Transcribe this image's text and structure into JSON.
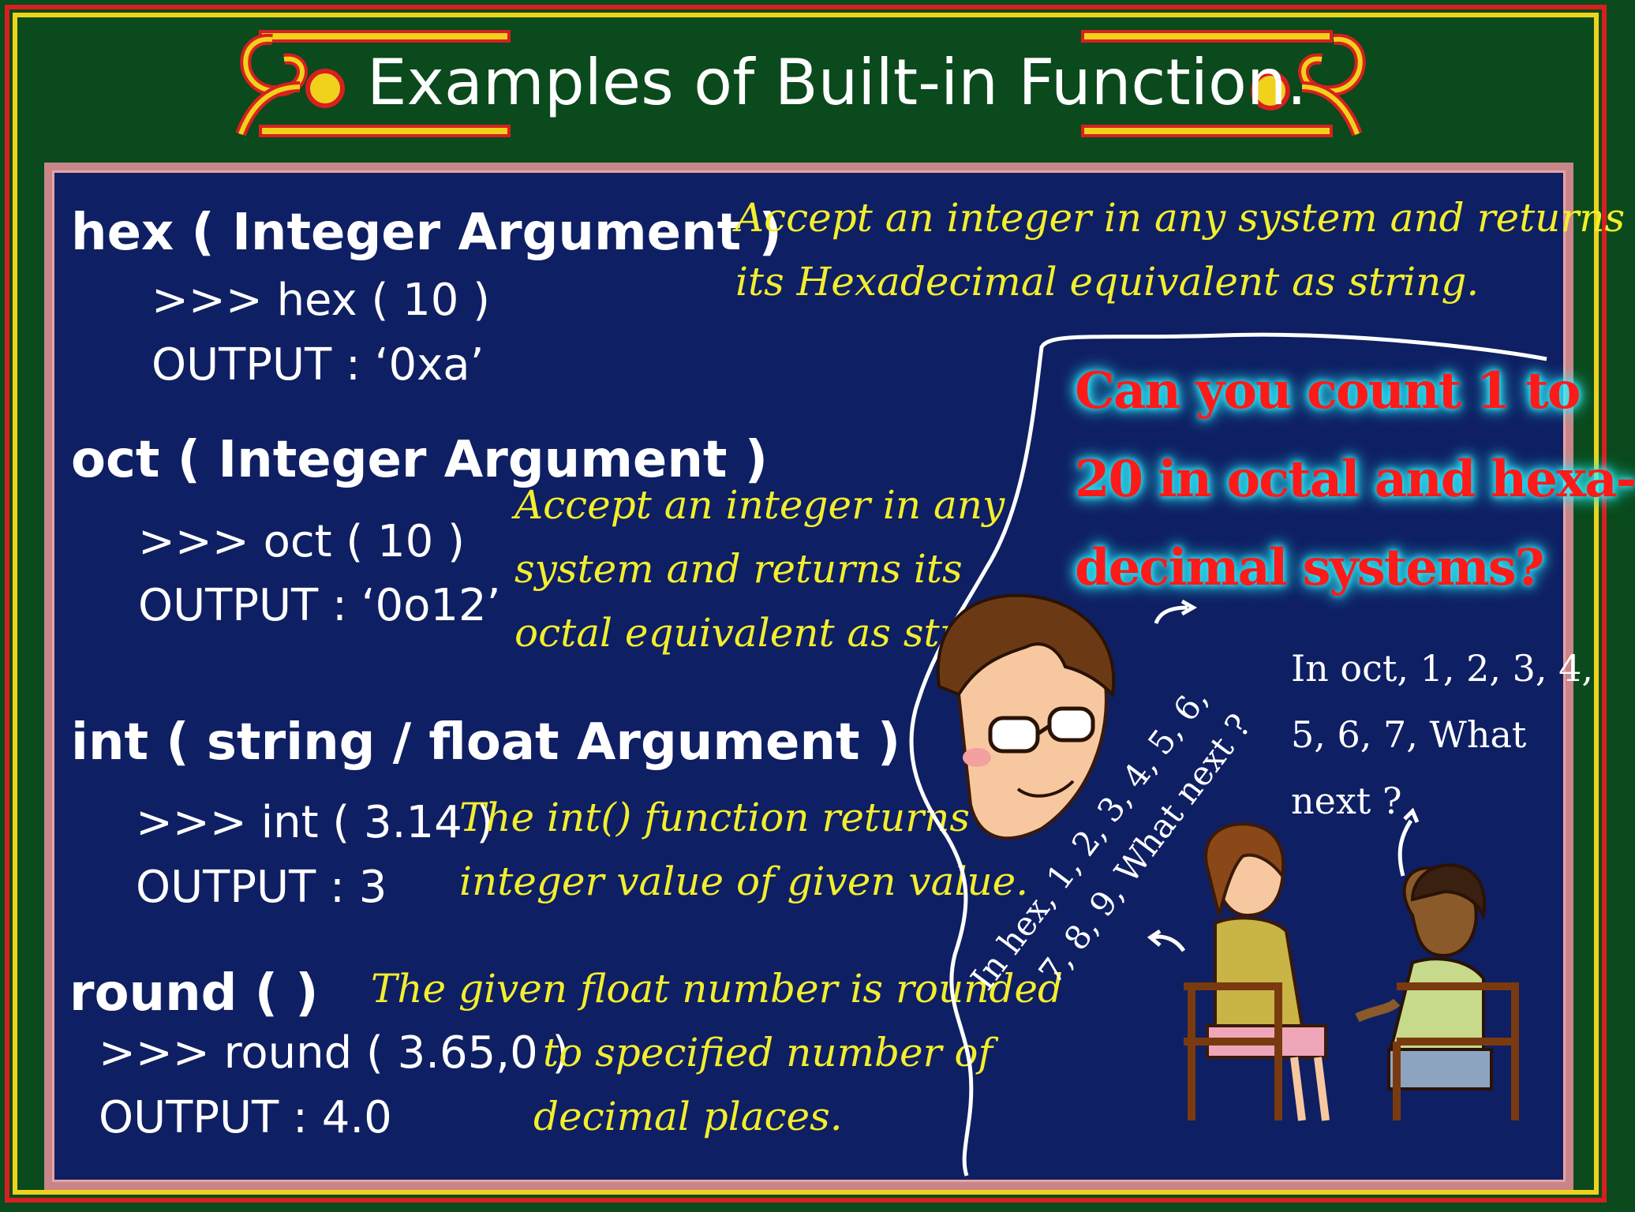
{
  "title": "Examples of Built-in Function.",
  "sections": {
    "hex": {
      "heading": "hex ( Integer Argument )",
      "code": ">>> hex ( 10 )",
      "output": "OUTPUT :  ‘0xa’",
      "desc_line1": "Accept an integer in any system and returns",
      "desc_line2": "its Hexadecimal equivalent as string."
    },
    "oct": {
      "heading": "oct  ( Integer Argument )",
      "code": ">>> oct ( 10 )",
      "output": "OUTPUT :  ‘0o12’",
      "desc_line1": "Accept an integer in any",
      "desc_line2": "system and returns its",
      "desc_line3": "octal equivalent as string."
    },
    "int": {
      "heading": "int ( string / float Argument )",
      "code": ">>> int ( 3.14 )",
      "output": "OUTPUT :  3",
      "desc_line1": "The int() function returns",
      "desc_line2": "integer value of given value."
    },
    "round": {
      "heading": "round ( )",
      "code": ">>> round ( 3.65,0 )",
      "output": "OUTPUT :  4.0",
      "desc_line1": "The given float number is rounded",
      "desc_line2": "to specified number of",
      "desc_line3": "decimal places."
    }
  },
  "bubble": {
    "line1": "Can you count 1 to",
    "line2": "20 in octal and hexa-",
    "line3": "decimal systems?"
  },
  "speech_oct": {
    "line1": "In oct, 1, 2, 3, 4,",
    "line2": "5, 6, 7, What",
    "line3": "next ?"
  },
  "speech_hex": {
    "line1": "In hex, 1, 2, 3, 4, 5, 6,",
    "line2": "7, 8, 9, What next ?"
  },
  "colors": {
    "background": "#0a4a1c",
    "panel": "#0f1f63",
    "heading": "#ffffff",
    "description": "#f3ee2d",
    "bubble_text": "#ff1a1a",
    "bubble_glow": "#2ff0ff"
  }
}
